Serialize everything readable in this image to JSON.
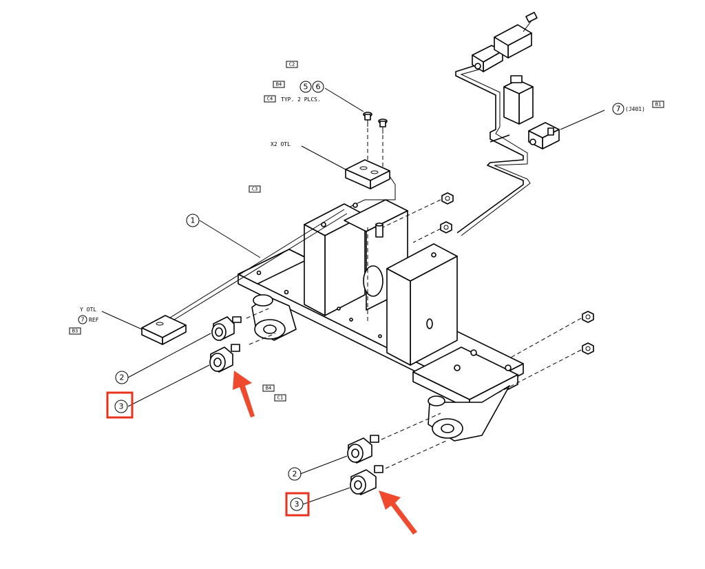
{
  "zone_tags": {
    "c2": "C2",
    "b4_top": "B4",
    "c4": "C4",
    "c3": "C3",
    "b1": "B1",
    "b3": "B3",
    "b4_mid": "B4",
    "c1": "C1"
  },
  "labels": {
    "typ_2_plcs": "TYP. 2 PLCS.",
    "x2_otl": "X2 OTL",
    "y_otl": "Y OTL",
    "ref": "REF",
    "j401": "(J401)"
  },
  "item_numbers": {
    "n1": "1",
    "n2_left": "2",
    "n3_left": "3",
    "n2_right": "2",
    "n3_right": "3",
    "n5": "5",
    "n6": "6",
    "n7_ref": "7",
    "n7_j401": "7"
  },
  "colors": {
    "highlight": "#e8321e",
    "arrow": "#f04a2e",
    "line": "#000000",
    "background": "#ffffff"
  }
}
